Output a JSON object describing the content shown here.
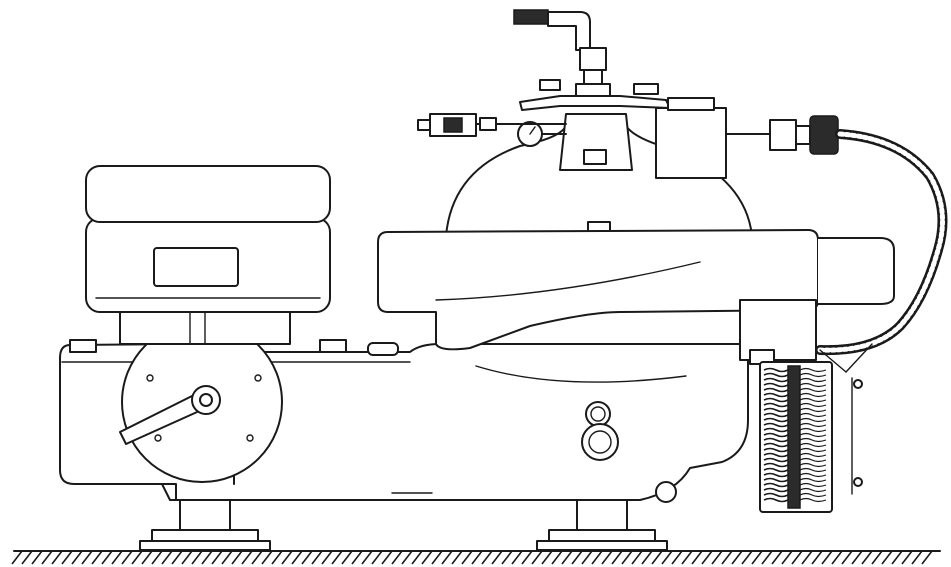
{
  "figure": {
    "subject": "disc-stack-centrifuge-separator",
    "components": [
      "drive-motor",
      "frame-housing",
      "brake-handle",
      "sight-glasses",
      "bowl-hood",
      "bowl-cover",
      "inlet-pipe",
      "pressure-gauge",
      "outlet-valves",
      "flexible-hose",
      "cooler-coil",
      "mounting-feet",
      "floor"
    ],
    "colors": {
      "line": "#1a1a1a",
      "fill": "#ffffff",
      "dark_fill": "#2b2b2b"
    }
  }
}
